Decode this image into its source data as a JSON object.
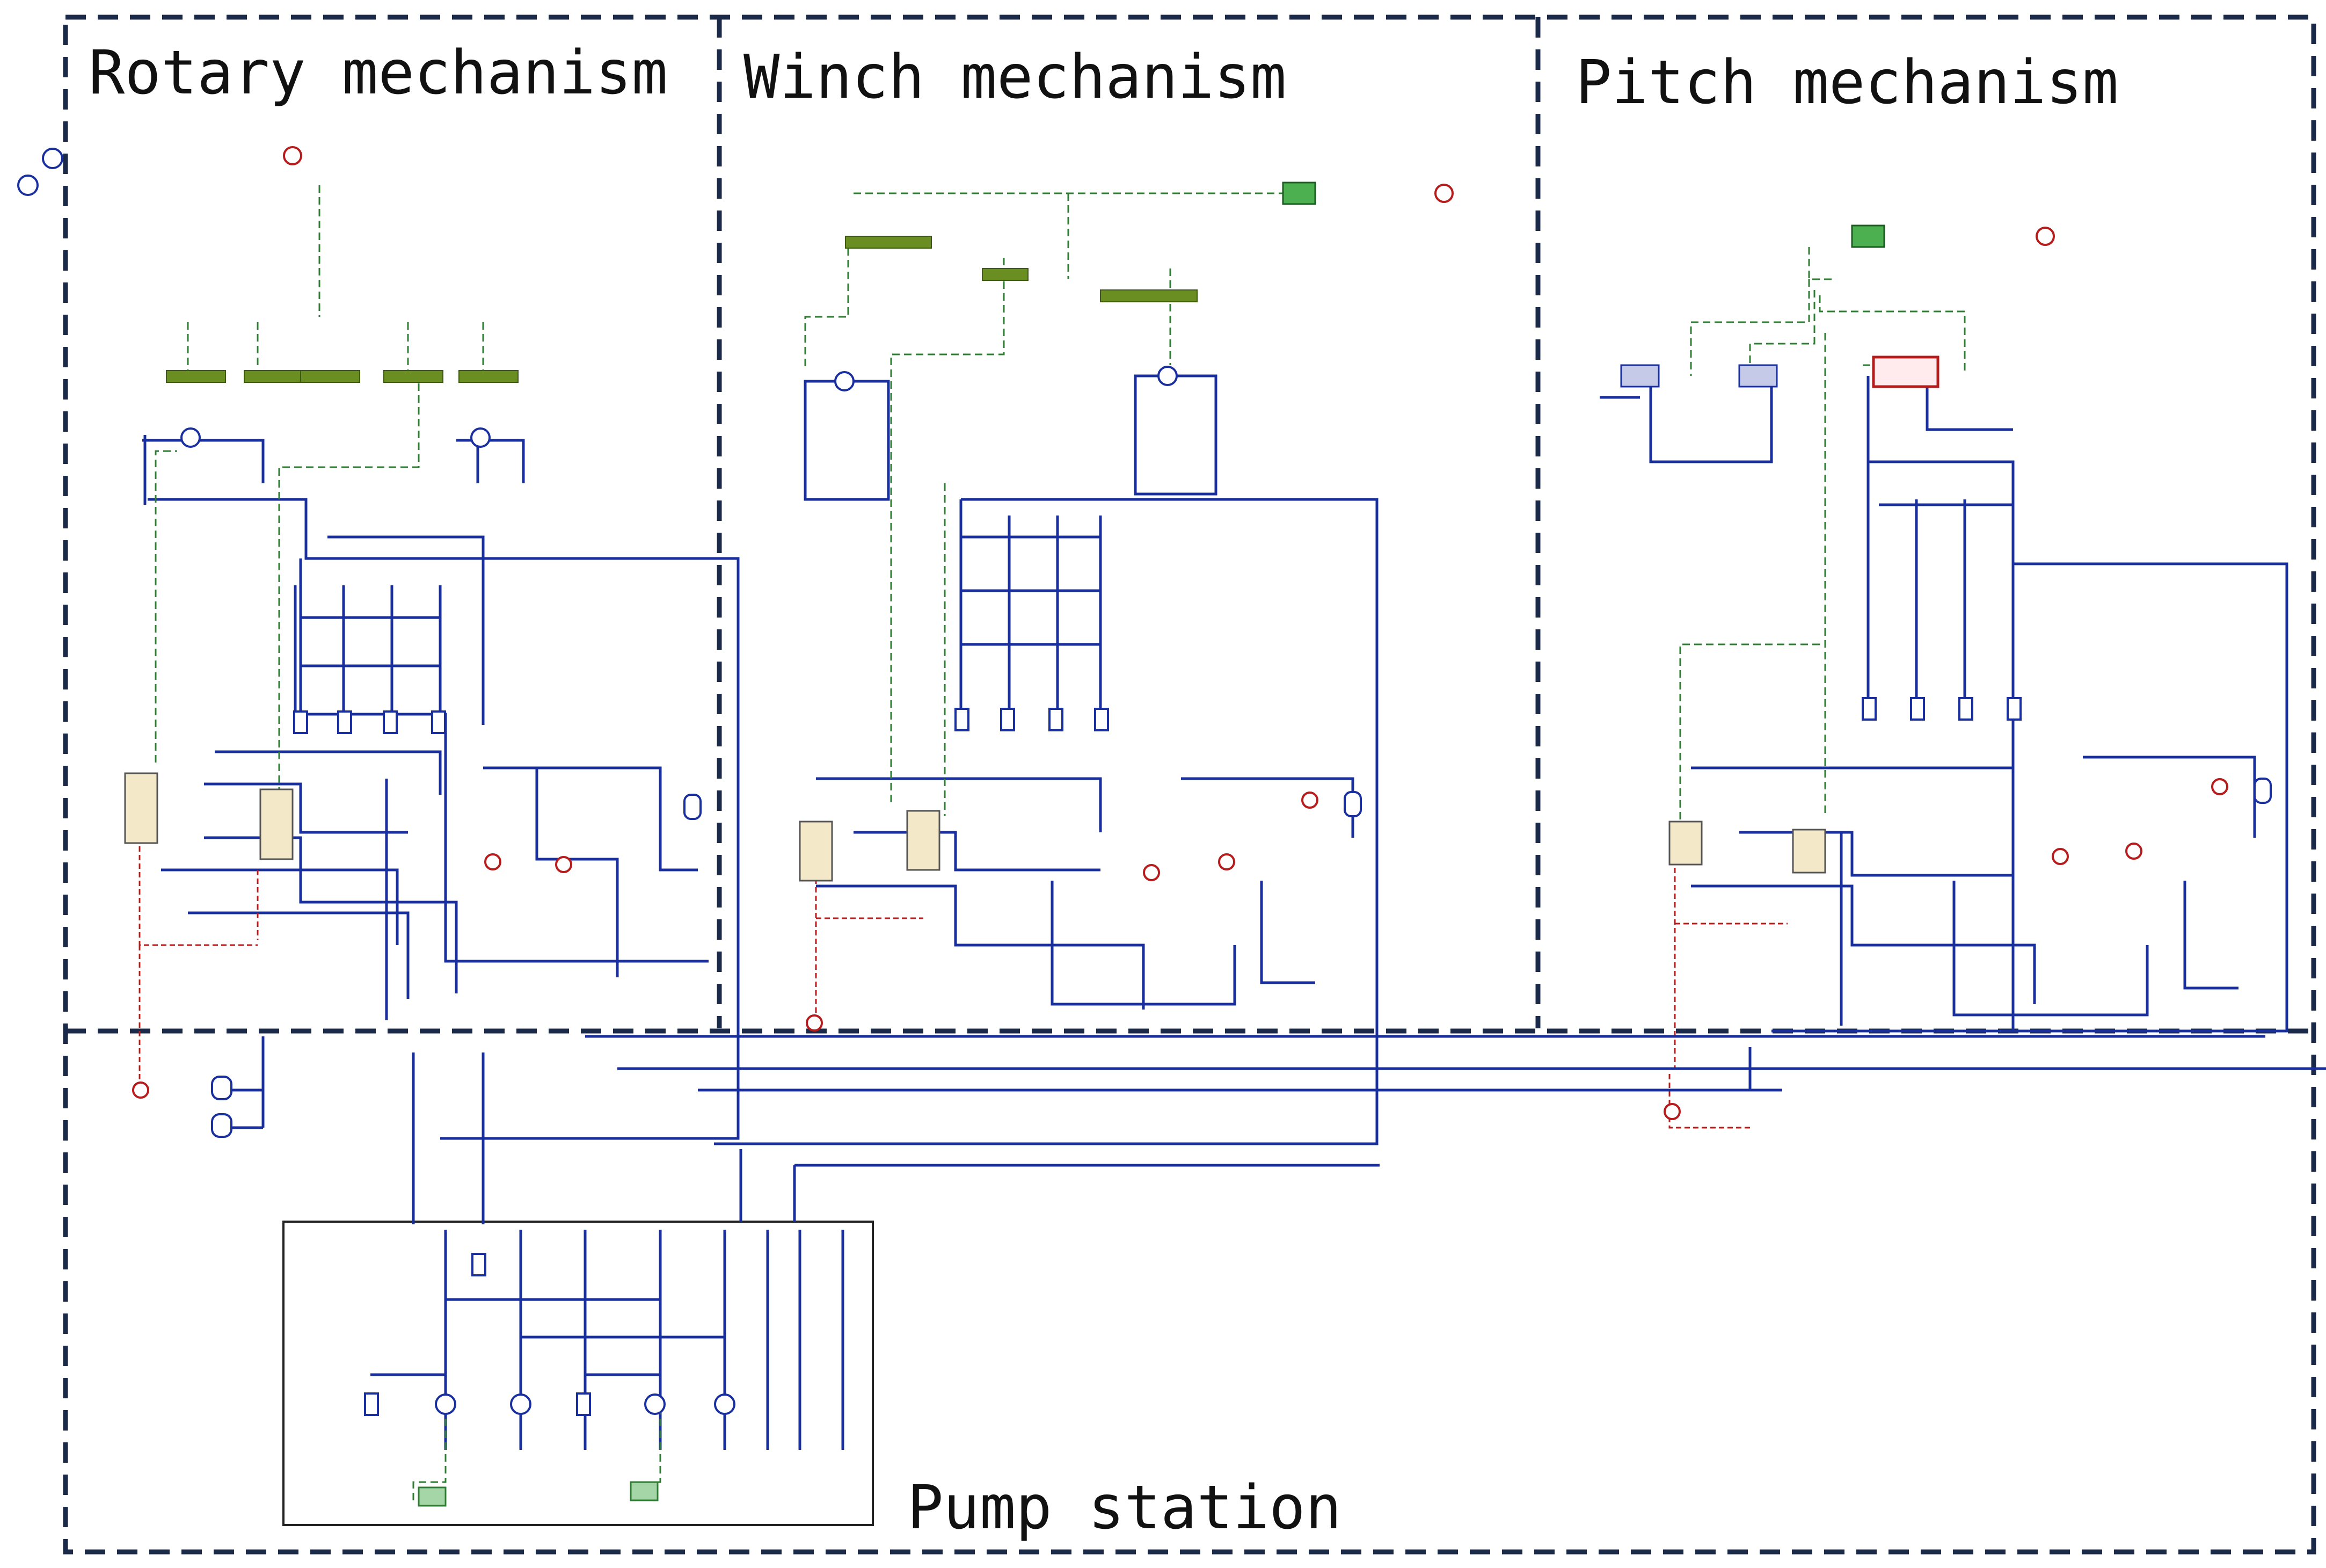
{
  "sections": {
    "rotary": {
      "title": "Rotary mechanism"
    },
    "winch": {
      "title": "Winch mechanism"
    },
    "pitch": {
      "title": "Pitch mechanism"
    },
    "pump": {
      "title": "Pump station"
    }
  },
  "colors": {
    "hydraulic_line": "#1a2f9e",
    "signal_line": "#2e7d32",
    "sensor_line": "#b71c1c",
    "gear_component": "#6b8e23",
    "boundary": "#1c2a4a",
    "component_fill": "#f3e9c8"
  },
  "icon_names": [
    "gauge-icon",
    "hydraulic-pump-icon",
    "hydraulic-motor-icon",
    "valve-icon",
    "cylinder-icon",
    "mechanical-gear-icon",
    "sensor-icon",
    "actuator-icon"
  ]
}
